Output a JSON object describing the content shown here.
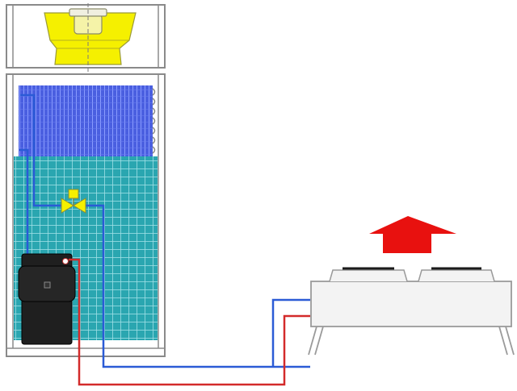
{
  "diagram": {
    "colors": {
      "cabinet_outline": "#8a8a8a",
      "fan_yellow": "#f5f000",
      "fan_outline": "#9a9a3a",
      "evaporator_coil_blue": "#4a5fe0",
      "coil_grid_line": "#7f95ff",
      "water_tank_teal": "#2aa6b0",
      "tank_grid_line": "#8fd6e0",
      "valve_yellow": "#f5f000",
      "compressor_black": "#1f1f1f",
      "supply_pipe_blue": "#2b5bd6",
      "return_pipe_red": "#d32a2a",
      "condenser_fill": "#f3f3f3",
      "condenser_outline": "#9a9a9a",
      "airflow_arrow_red": "#e8110f"
    },
    "components": [
      "top-fan",
      "evaporator-coil",
      "water-tank",
      "expansion-valve",
      "compressor",
      "condenser-unit",
      "airflow-arrow"
    ]
  }
}
